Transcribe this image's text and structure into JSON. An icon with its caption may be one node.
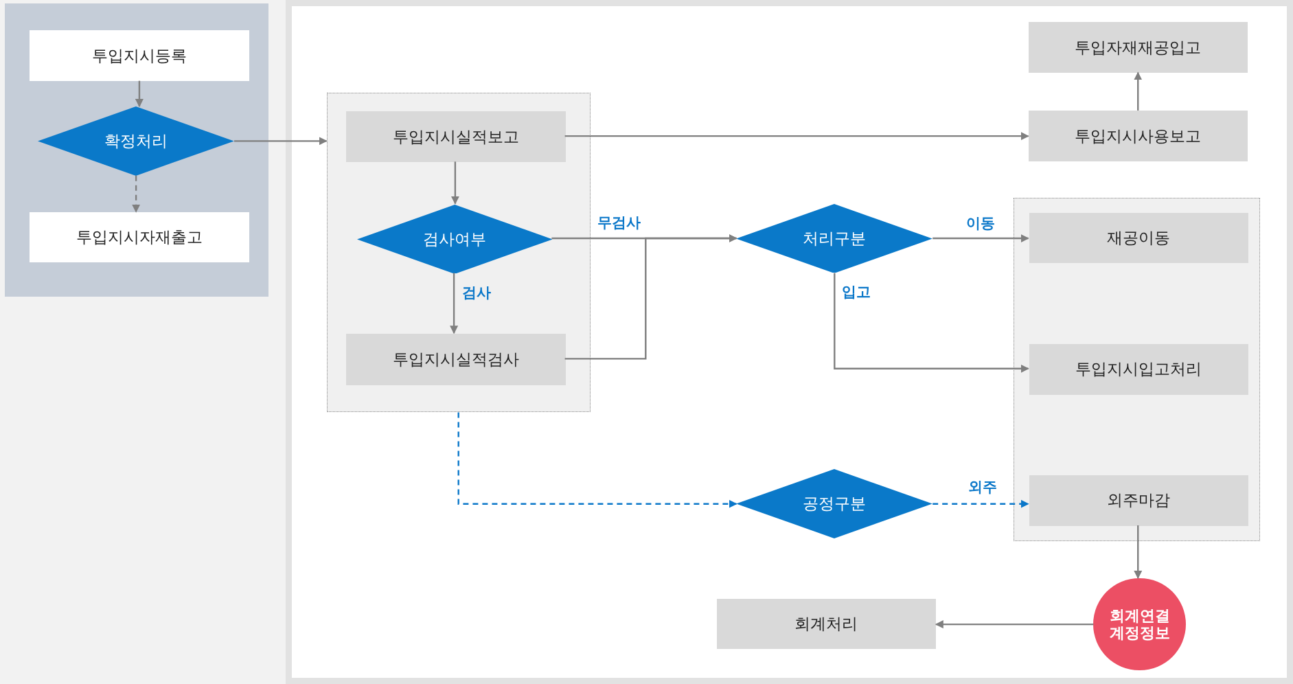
{
  "diagram": {
    "nodes": [
      {
        "text": [],
        "shape": "box"
      },
      {
        "text": [
          "투입지시등록"
        ],
        "in": 0
      },
      {
        "text": [
          "확정처리"
        ],
        "in": 0
      },
      {
        "text": [
          "투입지시자재출고"
        ],
        "in": 0
      },
      {
        "text": [],
        "shape": "box"
      },
      {
        "text": [
          "투입지시실적보고"
        ],
        "in": 4
      },
      {
        "text": [
          "검사여부"
        ],
        "in": 4
      },
      {
        "text": [
          "투입지시실적검사"
        ],
        "in": 4
      },
      {
        "text": [
          "투입자재재공입고"
        ]
      },
      {
        "text": [
          "투입지시사용보고"
        ]
      },
      {
        "text": [
          "처리구분"
        ]
      },
      {
        "text": [],
        "shape": "box"
      },
      {
        "text": [
          "재공이동"
        ],
        "in": 11
      },
      {
        "text": [
          "투입지시입고처리"
        ],
        "in": 11
      },
      {
        "text": [
          "공정구분"
        ]
      },
      {
        "text": [
          "외주마감"
        ],
        "in": 11
      },
      {
        "text": [
          "회계처리"
        ]
      },
      {
        "text": [
          "회계연결 계정정보"
        ]
      }
    ],
    "edges": [
      {
        "from": 1,
        "to": 2,
        "arrow": "to"
      },
      {
        "from": 2,
        "to": 3,
        "arrow": "to",
        "style": "dashed"
      },
      {
        "from": 2,
        "to": 4,
        "arrow": "to"
      },
      {
        "from": 5,
        "to": 9,
        "arrow": "to"
      },
      {
        "from": 9,
        "to": 8,
        "arrow": "to"
      },
      {
        "from": 5,
        "to": 6,
        "arrow": "to"
      },
      {
        "from": 6,
        "to": 10,
        "arrow": "to",
        "label": "무검사"
      },
      {
        "from": 6,
        "to": 7,
        "arrow": "to",
        "label": "검사"
      },
      {
        "from": 7,
        "to": 10,
        "arrow": "to"
      },
      {
        "from": 10,
        "to": 12,
        "arrow": "to",
        "label": "이동"
      },
      {
        "from": 10,
        "to": 13,
        "arrow": "to",
        "label": "입고"
      },
      {
        "from": 4,
        "to": 14,
        "arrow": "to",
        "style": "dashed",
        "color": "#0a77c9"
      },
      {
        "from": 14,
        "to": 15,
        "arrow": "to",
        "style": "dashed",
        "color": "#0a77c9",
        "label": "외주"
      },
      {
        "from": 15,
        "to": 17,
        "arrow": "to"
      },
      {
        "from": 17,
        "to": 16,
        "arrow": "to"
      }
    ]
  }
}
